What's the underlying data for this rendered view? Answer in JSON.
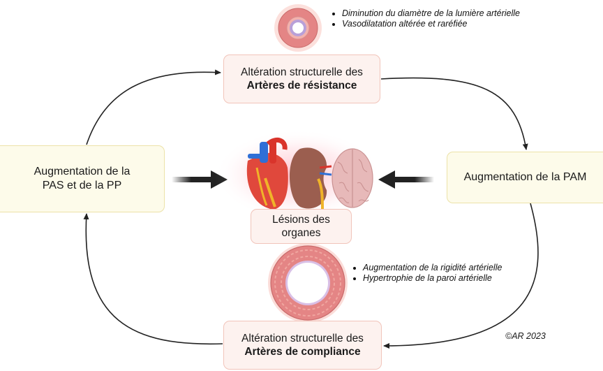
{
  "top_box": {
    "line1": "Altération structurelle des",
    "line2": "Artères de résistance"
  },
  "bottom_box": {
    "line1": "Altération structurelle des",
    "line2": "Artères de compliance"
  },
  "left_box": {
    "line1": "Augmentation de la",
    "line2": "PAS et de la PP"
  },
  "right_box": {
    "line1": "Augmentation de la PAM"
  },
  "center_box": {
    "line1": "Lésions des",
    "line2": "organes"
  },
  "top_notes": [
    "Diminution du diamètre de la lumière artérielle",
    "Vasodilatation altérée et raréfiée"
  ],
  "bottom_notes": [
    "Augmentation de la rigidité artérielle",
    "Hypertrophie de la paroi artérielle"
  ],
  "copyright": "©AR 2023",
  "icons": [
    "artery-cross-section-small-icon",
    "artery-cross-section-large-icon",
    "heart-icon",
    "kidney-icon",
    "brain-icon",
    "arrow-right-icon",
    "arrow-left-icon"
  ],
  "colors": {
    "pink_box": "#fdf2ef",
    "yellow_box": "#fdfbea",
    "artery_wall": "#e48585"
  }
}
